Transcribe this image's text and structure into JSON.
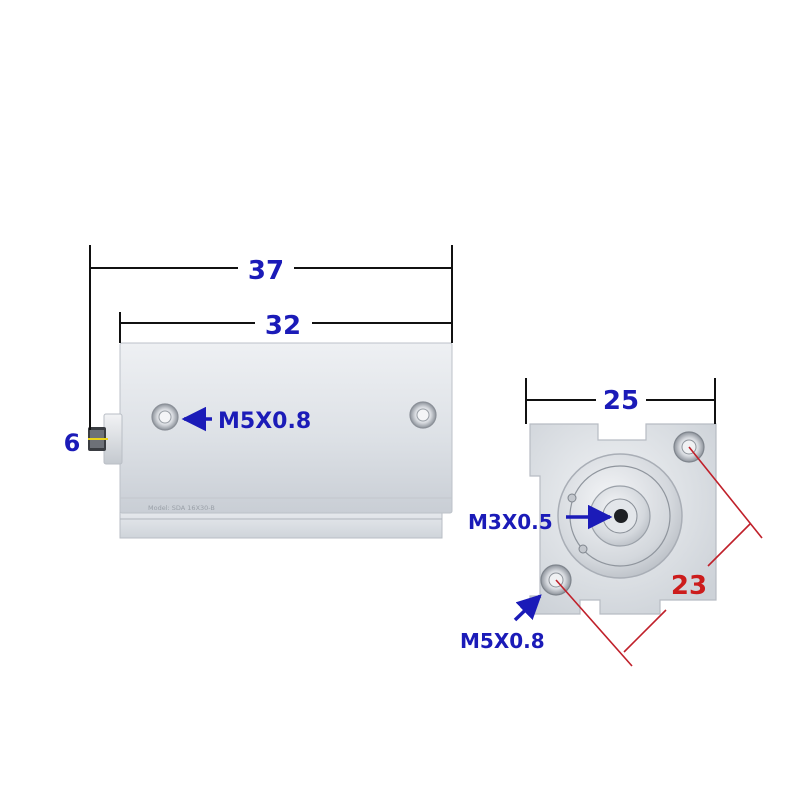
{
  "colors": {
    "dimension_text": "#1b1bb8",
    "mount_text": "#cc1c1c",
    "body_metal": "#dadee3",
    "dimension_line": "#111111",
    "mount_line": "#c0202a"
  },
  "side_view": {
    "overall_length": "37",
    "body_length": "32",
    "rod_offset": "6",
    "side_port": "M5X0.8",
    "nameplate": "Model: SDA 16X30-B"
  },
  "front_view": {
    "width": "25",
    "mount_hole_pitch": "23",
    "rod_thread": "M3X0.5",
    "port_thread": "M5X0.8"
  }
}
